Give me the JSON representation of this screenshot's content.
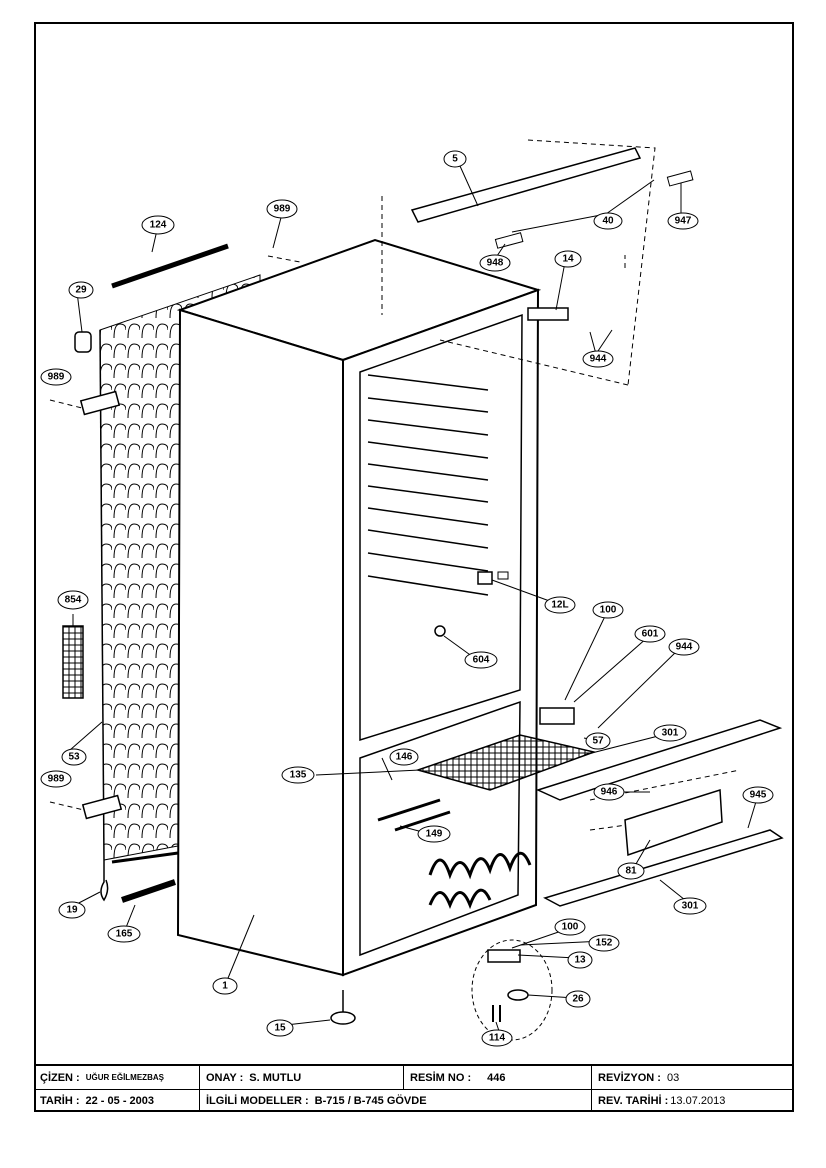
{
  "callouts": [
    {
      "id": "c5",
      "text": "5"
    },
    {
      "id": "c40",
      "text": "40"
    },
    {
      "id": "c947",
      "text": "947"
    },
    {
      "id": "c948",
      "text": "948"
    },
    {
      "id": "c14",
      "text": "14"
    },
    {
      "id": "c944a",
      "text": "944"
    },
    {
      "id": "c124",
      "text": "124"
    },
    {
      "id": "c989a",
      "text": "989"
    },
    {
      "id": "c29",
      "text": "29"
    },
    {
      "id": "c989b",
      "text": "989"
    },
    {
      "id": "c854",
      "text": "854"
    },
    {
      "id": "c53",
      "text": "53"
    },
    {
      "id": "c989c",
      "text": "989"
    },
    {
      "id": "c19",
      "text": "19"
    },
    {
      "id": "c165",
      "text": "165"
    },
    {
      "id": "c1",
      "text": "1"
    },
    {
      "id": "c15",
      "text": "15"
    },
    {
      "id": "c12L",
      "text": "12L"
    },
    {
      "id": "c604",
      "text": "604"
    },
    {
      "id": "c100a",
      "text": "100"
    },
    {
      "id": "c601",
      "text": "601"
    },
    {
      "id": "c944b",
      "text": "944"
    },
    {
      "id": "c57",
      "text": "57"
    },
    {
      "id": "c146",
      "text": "146"
    },
    {
      "id": "c135",
      "text": "135"
    },
    {
      "id": "c149",
      "text": "149"
    },
    {
      "id": "c301a",
      "text": "301"
    },
    {
      "id": "c946",
      "text": "946"
    },
    {
      "id": "c945",
      "text": "945"
    },
    {
      "id": "c81",
      "text": "81"
    },
    {
      "id": "c301b",
      "text": "301"
    },
    {
      "id": "c100b",
      "text": "100"
    },
    {
      "id": "c152",
      "text": "152"
    },
    {
      "id": "c13",
      "text": "13"
    },
    {
      "id": "c26",
      "text": "26"
    },
    {
      "id": "c114",
      "text": "114"
    }
  ],
  "title_block": {
    "cizen_label": "ÇİZEN :",
    "cizen_value": "UĞUR EĞİLMEZBAŞ",
    "onay_label": "ONAY :",
    "onay_value": "S. MUTLU",
    "resim_label": "RESİM NO :",
    "resim_value": "446",
    "revizyon_label": "REVİZYON :",
    "revizyon_value": "03",
    "tarih_label": "TARİH :",
    "tarih_value": "22 - 05 - 2003",
    "modeller_label": "İLGİLİ MODELLER :",
    "modeller_value": "B-715 / B-745 GÖVDE",
    "rev_tarihi_label": "REV. TARİHİ :",
    "rev_tarihi_value": "13.07.2013"
  }
}
